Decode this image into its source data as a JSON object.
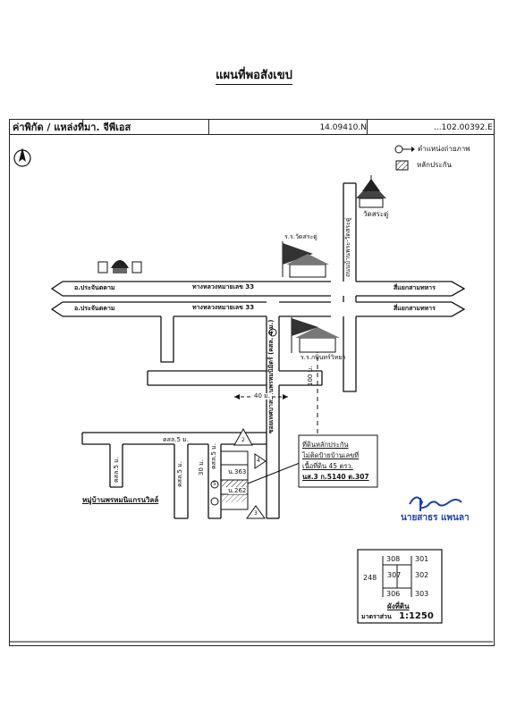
{
  "title": "แผนที่พอสังเขป",
  "header": {
    "coord_label": "ค่าพิกัด / แหล่งที่มา. จีพีเอส",
    "latitude": "14.09410.N",
    "longitude": "...102.00392.E"
  },
  "legend": {
    "photo_position": "ตำแหน่งถ่ายภาพ",
    "collateral": "หลักประกัน"
  },
  "roads": {
    "hwy_label_top": "ทางหลวงหมายเลข 33",
    "hwy_label_bottom": "ทางหลวงหมายเลข 33",
    "west_dest_top": "อ.ประจันตคาม",
    "west_dest_bottom": "อ.ประจันตคาม",
    "east_dest_top": "สี่แยกสามทหาร",
    "east_dest_bottom": "สี่แยกสามทหาร",
    "vertical_road_left": "ซอยเทศบาลบ้านพรหมนิมิตร์ (คสล. 4 ม.)",
    "vertical_road_right": "ถนนบ้านพระ-วัดสระดู่",
    "dist_40": "40 ม.",
    "dist_100": "100 ม.",
    "dist_30": "30 ม.",
    "kl5_a": "คสล.5 ม.",
    "kl5_b": "คสล.5 ม.",
    "kl5_c": "คสล.5 ม.",
    "kl5_d": "คสล.5 ม.",
    "village": "หมู่บ้านพรหมนิแกรนวิลล์"
  },
  "landmarks": {
    "temple": "วัดสระดู่",
    "school_1": "ร.ร.วัดสระดู่",
    "school_2": "ร.ร.กบินทร์วิทยา"
  },
  "plots": {
    "upper_plot": "น.363",
    "lower_plot": "น.262"
  },
  "photo_markers": [
    "1",
    "2",
    "3",
    "4",
    "5"
  ],
  "note_box": {
    "line1": "ที่ดินหลักประกัน",
    "line2": "ไม่ติดป้ายบ้านเลขที่",
    "line3": "เนื้อที่ดิน 45 ตรว.",
    "line4": "นส.3 ก.5140 ต.307"
  },
  "signature": {
    "name": "นายสาธร แพนลา"
  },
  "plot_diagram": {
    "top_left": "308",
    "top_right": "301",
    "left": "248",
    "center": "307",
    "right": "302",
    "bottom_left": "306",
    "bottom_right": "303",
    "caption": "ผังที่ดิน",
    "scale_label": "มาตราส่วน",
    "scale_value": "1:1250"
  }
}
